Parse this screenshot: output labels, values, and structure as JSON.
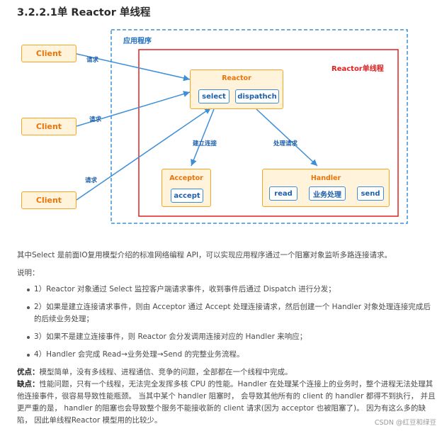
{
  "heading": "3.2.2.1单 Reactor 单线程",
  "diagram": {
    "app_label": "应用程序",
    "reactor_label": "Reactor单线程",
    "clients": [
      "Client",
      "Client",
      "Client"
    ],
    "request_label": "请求",
    "reactor": {
      "title": "Reactor",
      "items": [
        "select",
        "dispathch"
      ]
    },
    "edge_labels": {
      "build": "建立连接",
      "process": "处理请求"
    },
    "acceptor": {
      "title": "Acceptor",
      "items": [
        "accept"
      ]
    },
    "handler": {
      "title": "Handler",
      "items": [
        "read",
        "业务处理",
        "send"
      ]
    },
    "colors": {
      "accent_blue": "#3d8fd8",
      "orange": "#f5a623",
      "red": "#e02020"
    }
  },
  "content": {
    "intro": "其中Select 是前面IO复用模型介绍的标准网络编程 API，可以实现应用程序通过一个阻塞对象监听多路连接请求。",
    "note_label": "说明：",
    "points": [
      "1）Reactor 对象通过 Select 监控客户端请求事件，收到事件后通过 Dispatch 进行分发；",
      "2）如果是建立连接请求事件，则由 Acceptor 通过 Accept 处理连接请求，然后创建一个 Handler 对象处理连接完成后的后续业务处理；",
      "3）如果不是建立连接事件，则 Reactor 会分发调用连接对应的 Handler 来响应；",
      "4）Handler 会完成 Read→业务处理→Send 的完整业务流程。"
    ],
    "pros_label": "优点：",
    "pros_text": "模型简单，没有多线程、进程通信、竞争的问题，全部都在一个线程中完成。",
    "cons_label": "缺点：",
    "cons_text": "性能问题，只有一个线程，无法完全发挥多核 CPU 的性能。Handler 在处理某个连接上的业务时，整个进程无法处理其他连接事件，很容易导致性能瓶颈。 当其中某个 handler 阻塞时， 会导致其他所有的 client 的 handler 都得不到执行， 并且更严重的是， handler 的阻塞也会导致整个服务不能接收新的 client 请求(因为 acceptor 也被阻塞了)。 因为有这么多的缺陷， 因此单线程Reactor 模型用的比较少。"
  },
  "watermark": "CSDN @红豆和绿豆"
}
